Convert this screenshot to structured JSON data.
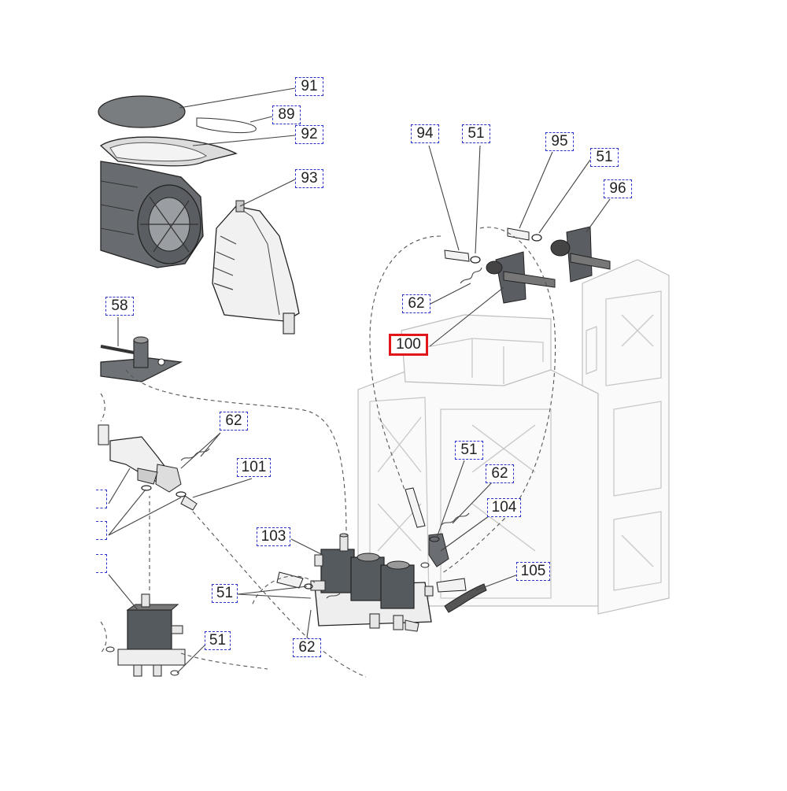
{
  "callouts": [
    {
      "id": "c91",
      "label": "91"
    },
    {
      "id": "c89",
      "label": "89"
    },
    {
      "id": "c92",
      "label": "92"
    },
    {
      "id": "c93",
      "label": "93"
    },
    {
      "id": "c94",
      "label": "94"
    },
    {
      "id": "c51a",
      "label": "51"
    },
    {
      "id": "c95",
      "label": "95"
    },
    {
      "id": "c51b",
      "label": "51"
    },
    {
      "id": "c96",
      "label": "96"
    },
    {
      "id": "c62a",
      "label": "62"
    },
    {
      "id": "c100",
      "label": "100",
      "selected": true
    },
    {
      "id": "c58",
      "label": "58"
    },
    {
      "id": "c62b",
      "label": "62"
    },
    {
      "id": "c101",
      "label": "101"
    },
    {
      "id": "c51c",
      "label": "51"
    },
    {
      "id": "c62c",
      "label": "62"
    },
    {
      "id": "c104",
      "label": "104"
    },
    {
      "id": "c103",
      "label": "103"
    },
    {
      "id": "c105",
      "label": "105"
    },
    {
      "id": "c51d",
      "label": "51"
    },
    {
      "id": "c51e",
      "label": "51"
    },
    {
      "id": "c62d",
      "label": "62"
    }
  ],
  "colors": {
    "callout_border": "#2b33c8",
    "selected_border": "#e0161b",
    "part_dark": "#555a5e"
  }
}
